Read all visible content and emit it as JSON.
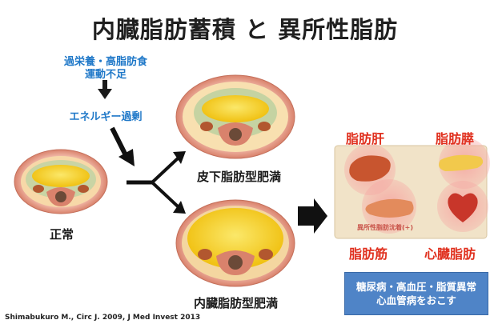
{
  "title": "内臓脂肪蓄積 と 異所性脂肪",
  "causes": {
    "line1": "過栄養・高脂肪食",
    "line2": "運動不足",
    "line3": "エネルギー過剰"
  },
  "labels": {
    "normal": "正常",
    "subcutaneous": "皮下脂肪型肥満",
    "visceral": "内臓脂肪型肥満"
  },
  "organs": {
    "liver": "脂肪肝",
    "pancreas": "脂肪膵",
    "muscle": "脂肪筋",
    "heart": "心臓脂肪",
    "panel_label": "異所性脂肪沈着(+)"
  },
  "outcome": {
    "line1": "糖尿病・高血圧・脂質異常",
    "line2": "心血管病をおこす"
  },
  "citation": "Shimabukuro M., Circ J. 2009, J Med Invest 2013",
  "colors": {
    "title": "#1f1f1f",
    "cause_text": "#1f78c8",
    "organ_text": "#e0301e",
    "outcome_box": "#4f84c7",
    "fat_yellow": "#f6d21a",
    "skin": "#e79a86"
  }
}
